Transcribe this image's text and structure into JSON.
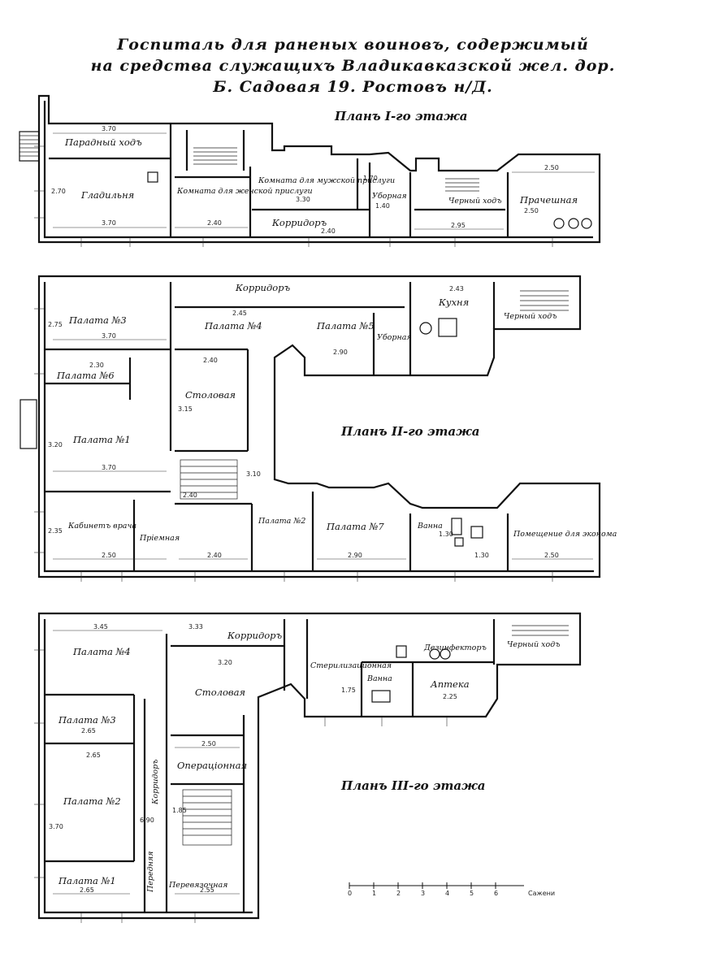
{
  "header": {
    "line1": "Госпиталь для раненых воиновъ, содержимый",
    "line2": "на средства служащихъ Владикавказской жел. дор.",
    "line3": "Б. Садовая 19. Ростовъ н/Д."
  },
  "floor1": {
    "label": "Планъ I-го этажа",
    "rooms": {
      "entrance": "Парадный ходъ",
      "laundry": "Гладильня",
      "women_room": "Комната для женской прислуги",
      "men_room": "Комната для мужской прислуги",
      "corridor": "Корридоръ",
      "toilet": "Уборная",
      "back": "Черный ходъ",
      "wash": "Прачешная"
    },
    "dims": {
      "a": "3.70",
      "b": "3.70",
      "c": "2.70",
      "d": "2.40",
      "e": "3.30",
      "f": "1.70",
      "g": "1.40",
      "h": "2.50",
      "i": "2.95",
      "j": "2.40",
      "k": "2.50"
    }
  },
  "floor2": {
    "label": "Планъ II-го этажа",
    "rooms": {
      "corridor": "Корридоръ",
      "ward3": "Палата №3",
      "ward4": "Палата №4",
      "ward5": "Палата №5",
      "kitchen": "Кухня",
      "back": "Черный ходъ",
      "ward6": "Палата №6",
      "dining": "Столовая",
      "ward1": "Палата №1",
      "doctor": "Кабинетъ врача",
      "reception": "Пріемная",
      "ward2": "Палата №2",
      "ward7": "Палата №7",
      "bath": "Ванна",
      "steward": "Помещение для эконома",
      "lavatory": "Уборная"
    },
    "dims": {
      "a": "3.70",
      "b": "2.45",
      "c": "2.40",
      "d": "2.90",
      "e": "2.40",
      "f": "2.30",
      "g": "3.70",
      "h": "2.40",
      "i": "3.10",
      "j": "2.75",
      "k": "3.15",
      "l": "3.20",
      "m": "2.35",
      "n": "2.50",
      "o": "2.90",
      "p": "1.30",
      "q": "1.30",
      "r": "2.50",
      "s": "2.43"
    }
  },
  "floor3": {
    "label": "Планъ III-го этажа",
    "rooms": {
      "ward4": "Палата №4",
      "corridor_top": "Корридоръ",
      "back": "Черный ходъ",
      "sterilization": "Стерилизационная",
      "bath": "Ванна",
      "pharmacy": "Аптека",
      "disinfection": "Дезинфекторъ",
      "ward3": "Палата №3",
      "dining": "Столовая",
      "corridor_side": "Корридоръ",
      "ward2": "Палата №2",
      "operating": "Операціонная",
      "front": "Передняя",
      "ward1": "Палата №1",
      "dressing": "Перевязочная"
    },
    "dims": {
      "a": "3.45",
      "b": "3.33",
      "c": "3.20",
      "d": "2.65",
      "e": "2.65",
      "f": "2.50",
      "g": "3.70",
      "h": "6.90",
      "i": "2.65",
      "j": "2.55",
      "k": "1.75",
      "l": "2.25",
      "m": "1.85"
    }
  },
  "scale": {
    "ticks": [
      "0",
      "1",
      "2",
      "3",
      "4",
      "5",
      "6"
    ],
    "unit": "Сажени"
  }
}
